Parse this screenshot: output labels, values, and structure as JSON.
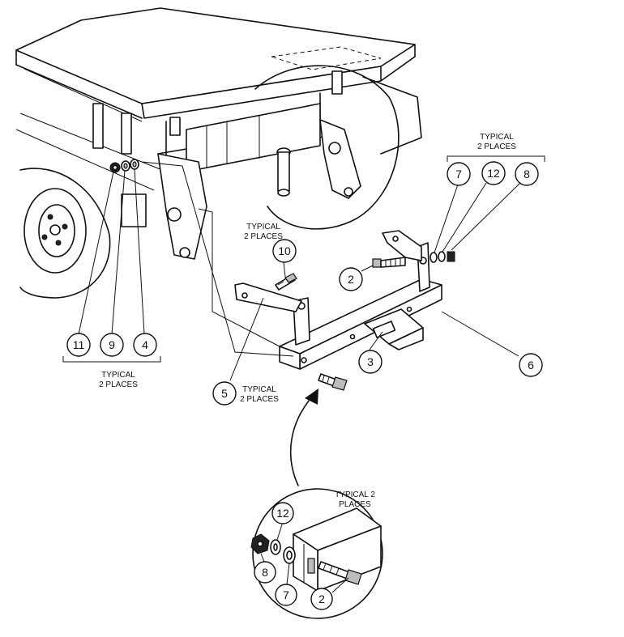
{
  "callouts": {
    "c11": "11",
    "c9": "9",
    "c4": "4",
    "c10": "10",
    "c2": "2",
    "c3": "3",
    "c5": "5",
    "c6": "6",
    "c7": "7",
    "c12": "12",
    "c8": "8",
    "d12": "12",
    "d8": "8",
    "d7": "7",
    "d2": "2"
  },
  "notes": {
    "right_top_line1": "TYPICAL",
    "right_top_line2": "2 PLACES",
    "left_bottom_line1": "TYPICAL",
    "left_bottom_line2": "2 PLACES",
    "bolt10_line1": "TYPICAL",
    "bolt10_line2": "2 PLACES",
    "bracket5_line1": "TYPICAL",
    "bracket5_line2": "2 PLACES",
    "detail_line1": "TYPICAL 2",
    "detail_line2": "PLACES"
  }
}
